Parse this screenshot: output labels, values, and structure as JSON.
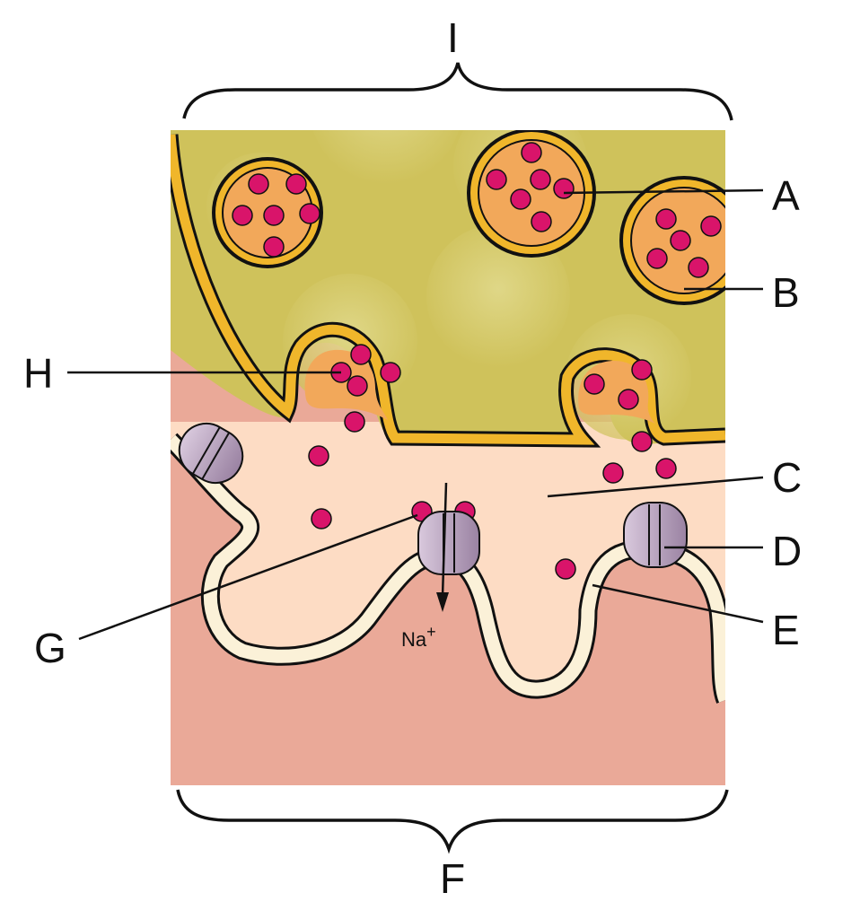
{
  "labels": {
    "A": "A",
    "B": "B",
    "C": "C",
    "D": "D",
    "E": "E",
    "F": "F",
    "G": "G",
    "H": "H",
    "I": "I"
  },
  "ion": {
    "symbol": "Na",
    "charge": "+"
  },
  "colors": {
    "axon_terminal": "#cfc25b",
    "terminal_membrane": "#f0b62b",
    "vesicle_fill": "#f2a85a",
    "neurotransmitter": "#d9146a",
    "synaptic_cleft": "#fddcc4",
    "postsynaptic_cell": "#eaa998",
    "postsynaptic_membrane": "#fbf1d8",
    "receptor": "#bfa9c6",
    "outline": "#111111"
  }
}
